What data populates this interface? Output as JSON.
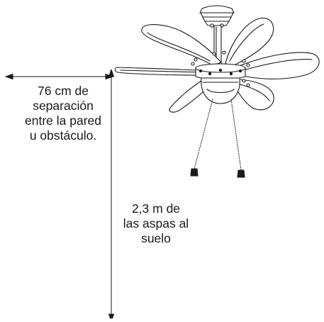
{
  "clearance_wall": {
    "lines": [
      "76 cm de",
      "separación",
      "entre la pared",
      "u obstáculo."
    ]
  },
  "clearance_floor": {
    "lines": [
      "2,3 m de",
      "las aspas al",
      "suelo"
    ]
  },
  "colors": {
    "line": "#1a1a1a",
    "background": "#ffffff"
  }
}
